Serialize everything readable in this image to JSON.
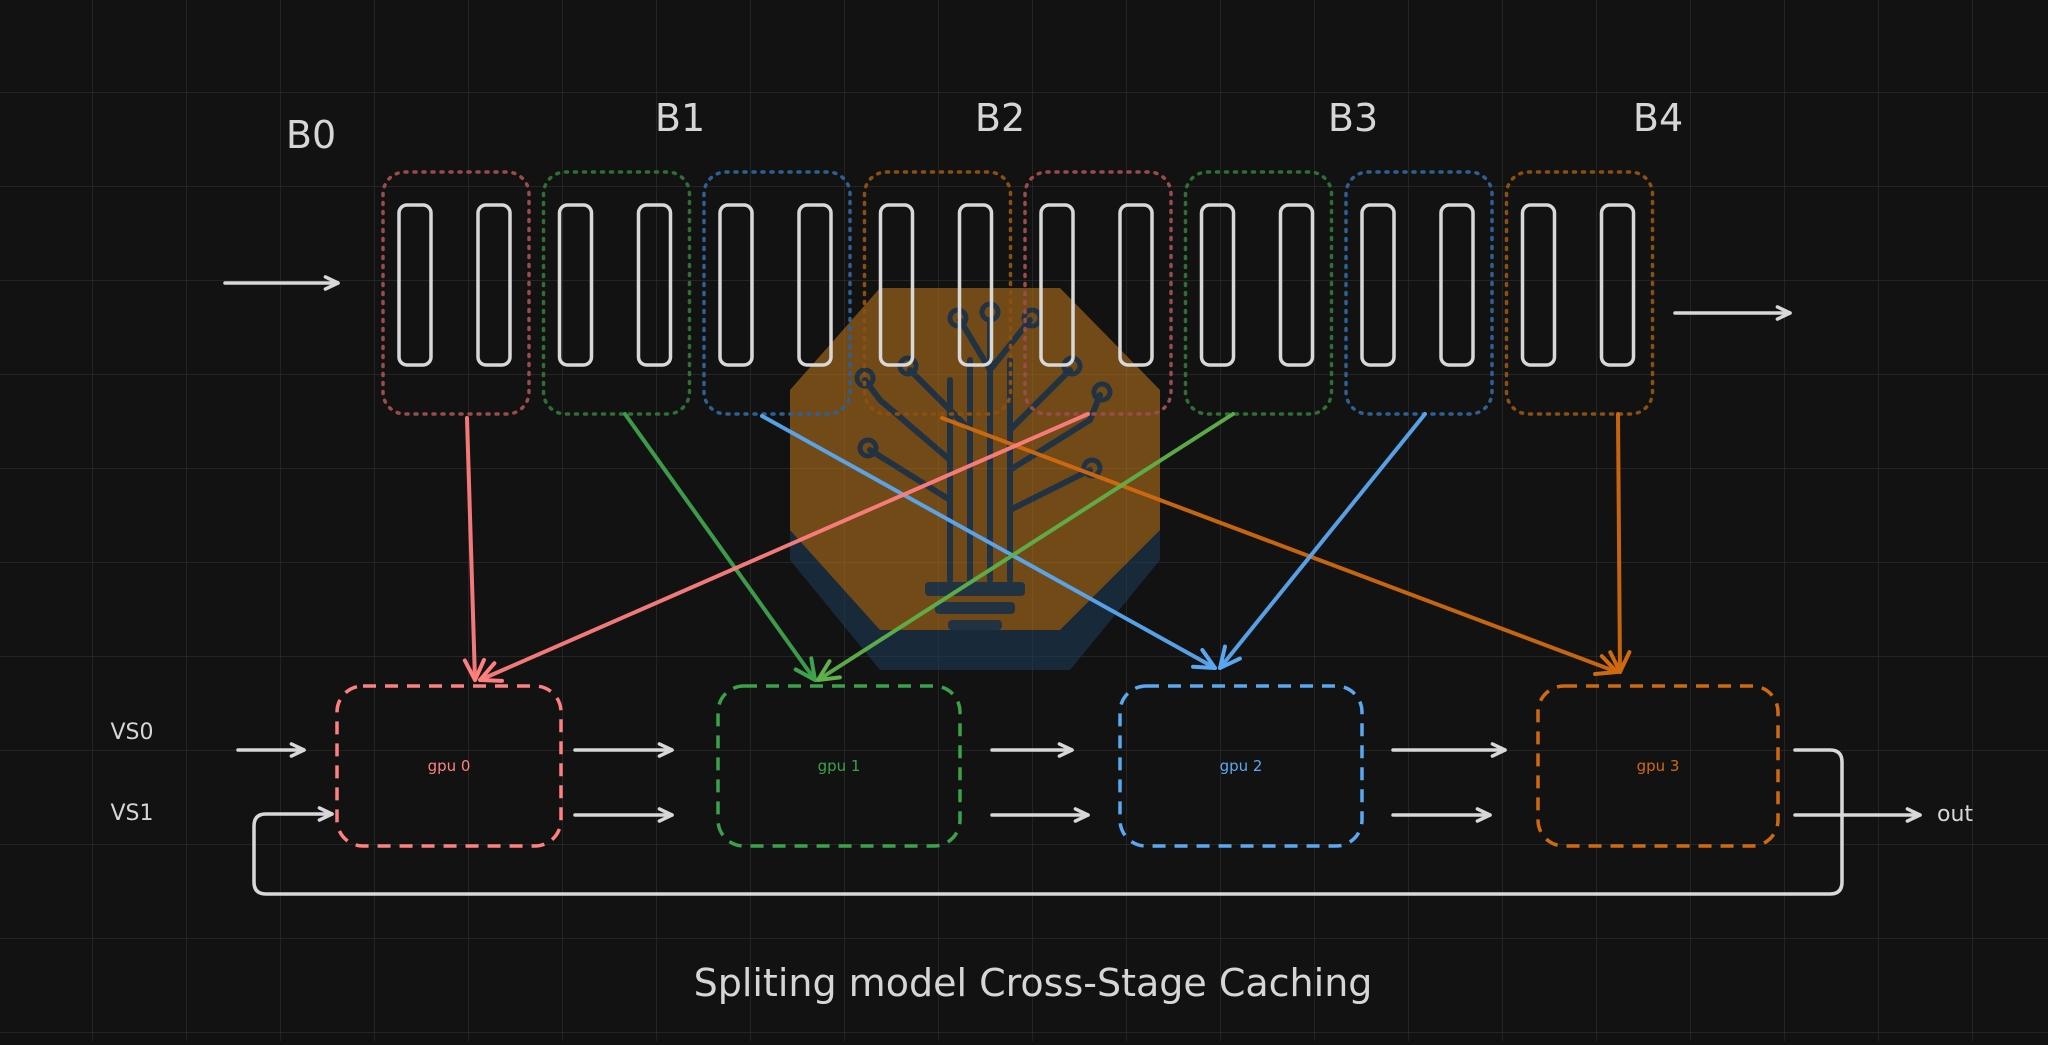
{
  "diagram": {
    "stage_labels": [
      "B0",
      "B1",
      "B2",
      "B3",
      "B4"
    ],
    "blocks": [
      {
        "color": "#9a4c4c"
      },
      {
        "color": "#2f6e34"
      },
      {
        "color": "#2f5f93"
      },
      {
        "color": "#8a4f12"
      },
      {
        "color": "#9a4c4c"
      },
      {
        "color": "#2f6e34"
      },
      {
        "color": "#2f5f93"
      },
      {
        "color": "#8a4f12"
      }
    ],
    "gpus": [
      {
        "label": "gpu 0",
        "color": "#ff8080"
      },
      {
        "label": "gpu 1",
        "color": "#3aa24a"
      },
      {
        "label": "gpu 2",
        "color": "#5ba8f2"
      },
      {
        "label": "gpu 3",
        "color": "#d06a10"
      }
    ],
    "row_labels": [
      "VS0",
      "VS1"
    ],
    "output_label": "out",
    "caption": "Spliting model Cross-Stage Caching",
    "assignment_arrows": [
      {
        "block": 0,
        "gpu": 0,
        "color": "#ff7f7f"
      },
      {
        "block": 1,
        "gpu": 1,
        "color": "#3fa34d"
      },
      {
        "block": 2,
        "gpu": 2,
        "color": "#5ba8f2"
      },
      {
        "block": 3,
        "gpu": 3,
        "color": "#d06a10"
      },
      {
        "block": 4,
        "gpu": 0,
        "color": "#ff7f7f"
      },
      {
        "block": 5,
        "gpu": 1,
        "color": "#5fb24a"
      },
      {
        "block": 6,
        "gpu": 2,
        "color": "#5ba8f2"
      },
      {
        "block": 7,
        "gpu": 3,
        "color": "#d06a10"
      }
    ],
    "watermark": "circuit-tree-logo"
  }
}
